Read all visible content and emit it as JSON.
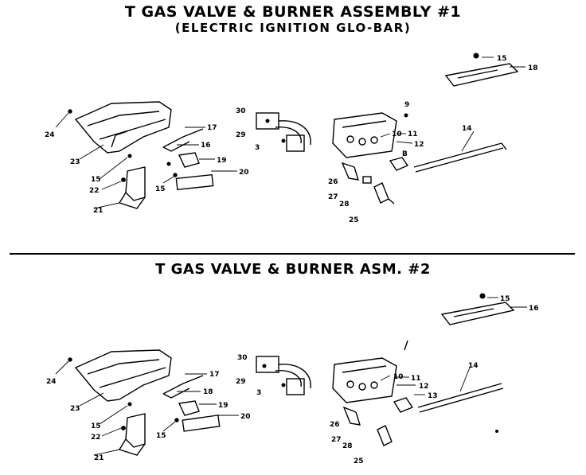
{
  "assembly1": {
    "title": "T GAS VALVE & BURNER  ASSEMBLY #1",
    "subtitle": "(ELECTRIC IGNITION  GLO-BAR)",
    "labels": {
      "p15a": "15",
      "p18": "18",
      "p9": "9",
      "p24": "24",
      "p30": "30",
      "p17": "17",
      "p29": "29",
      "p10": "10",
      "p11": "11",
      "p3": "3",
      "p16": "16",
      "p12": "12",
      "p14": "14",
      "p23": "23",
      "pB": "B",
      "p19": "19",
      "p15b": "15",
      "p20": "20",
      "p15c": "15",
      "p26": "26",
      "p22": "22",
      "p27": "27",
      "p28": "28",
      "p21": "21",
      "p25": "25"
    }
  },
  "assembly2": {
    "title": "T GAS VALVE & BURNER ASM. #2",
    "labels": {
      "p15a": "15",
      "p16": "16",
      "p24": "24",
      "p30": "30",
      "p17": "17",
      "p29": "29",
      "p10": "10",
      "p11": "11",
      "p14": "14",
      "p3": "3",
      "p18": "18",
      "p12": "12",
      "p13": "13",
      "p23": "23",
      "p19": "19",
      "p20": "20",
      "p15b": "15",
      "p15c": "15",
      "p26": "26",
      "p22": "22",
      "p27": "27",
      "p28": "28",
      "p21": "21",
      "p25": "25"
    }
  }
}
